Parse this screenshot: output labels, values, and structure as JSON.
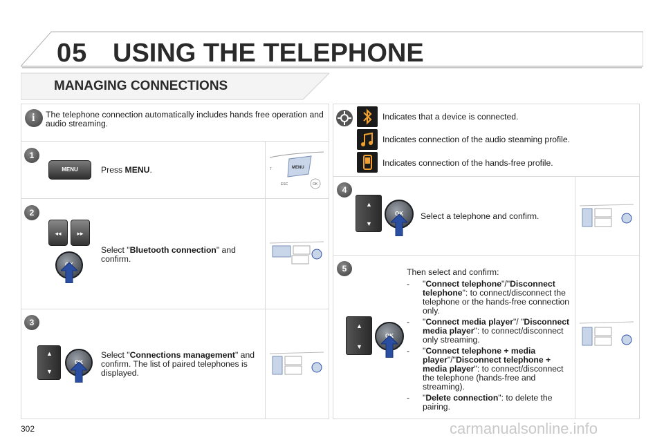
{
  "header": {
    "chapter_number": "05",
    "chapter_title": "USING THE TELEPHONE"
  },
  "section": {
    "title": "MANAGING CONNECTIONS"
  },
  "info": {
    "text": "The telephone connection automatically includes hands free operation and audio streaming."
  },
  "steps": [
    {
      "number": "1",
      "text_pre": "Press ",
      "text_bold": "MENU",
      "text_post": ".",
      "button_label": "MENU"
    },
    {
      "number": "2",
      "text_pre": "Select \"",
      "text_bold": "Bluetooth connection",
      "text_post": "\" and confirm."
    },
    {
      "number": "3",
      "text_pre": "Select \"",
      "text_bold": "Connections management",
      "text_post": "\" and confirm. The list of paired telephones is displayed."
    },
    {
      "number": "4",
      "text": "Select a telephone and confirm."
    },
    {
      "number": "5",
      "intro": "Then select and confirm:"
    }
  ],
  "indicators": [
    {
      "icon": "bluetooth-icon",
      "text": "Indicates that a device is connected."
    },
    {
      "icon": "music-note-icon",
      "text": "Indicates connection of the audio steaming profile."
    },
    {
      "icon": "phone-icon",
      "text": "Indicates connection of the hands-free profile."
    }
  ],
  "options": [
    {
      "dash": "-",
      "b1": "Connect telephone",
      "sep": "\"/\"",
      "b2": "Disconnect telephone",
      "rest": "\": to connect/disconnect the telephone or the hands-free connection only."
    },
    {
      "dash": "-",
      "b1": "Connect media player",
      "sep": "\"/ \"",
      "b2": "Disconnect media player",
      "rest": "\": to connect/disconnect only streaming."
    },
    {
      "dash": "-",
      "b1": "Connect telephone + media player",
      "sep": "\"/\"",
      "b2": "Disconnect telephone + media player",
      "rest": "\": to connect/disconnect the telephone (hands-free and streaming)."
    },
    {
      "dash": "-",
      "b1": "Delete connection",
      "sep": "",
      "b2": "",
      "rest": "\": to delete the pairing."
    }
  ],
  "control_labels": {
    "ok": "OK",
    "esc": "ESC",
    "menu": "MENU"
  },
  "page_number": "302",
  "watermark": "carmanualsonline.info",
  "colors": {
    "badge": "#4a4a4a",
    "icon_orange": "#f0a030",
    "accent_blue": "#2a4fa0",
    "border": "#d9d9d9"
  }
}
